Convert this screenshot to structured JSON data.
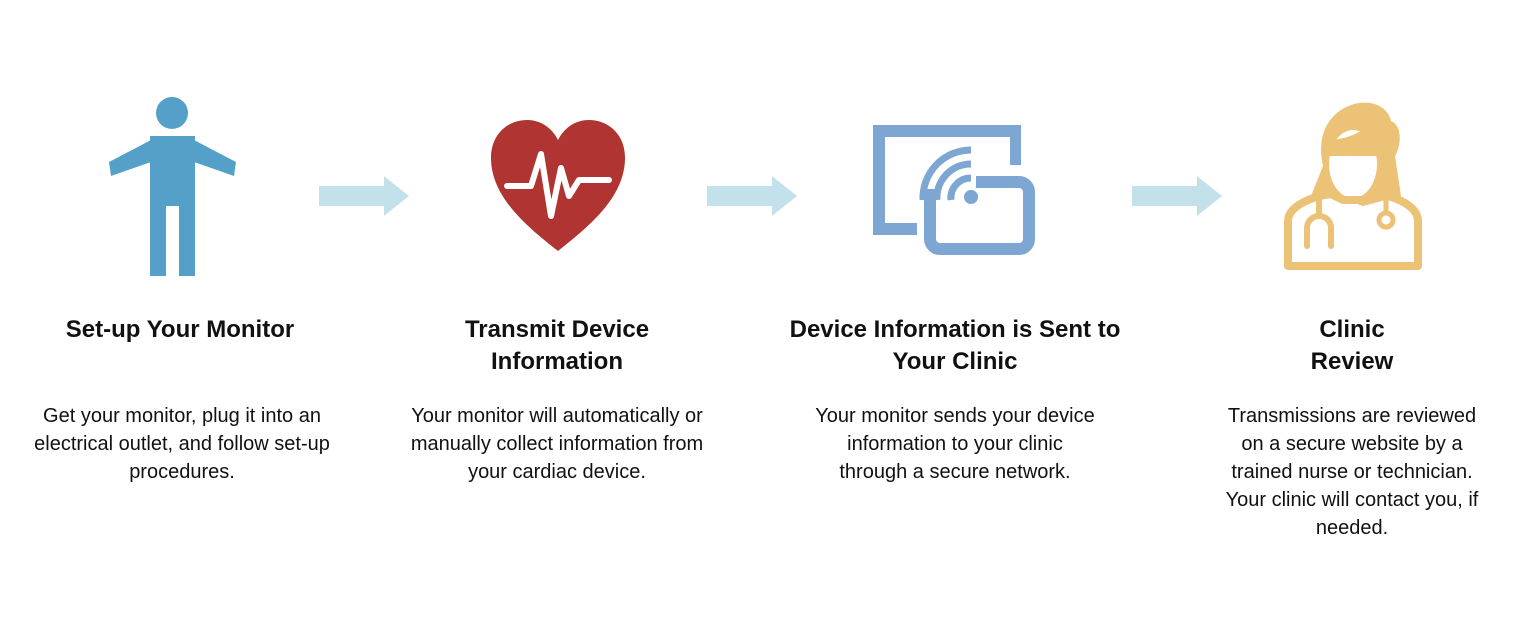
{
  "colors": {
    "person": "#55a0c8",
    "heart": "#b03431",
    "monitor": "#7da6d3",
    "doctor": "#ecc277",
    "arrow": "#c3e1eb"
  },
  "steps": [
    {
      "icon": "person-icon",
      "title": "Set-up Your Monitor",
      "body": "Get your monitor, plug it into an electrical outlet, and follow set-up procedures."
    },
    {
      "icon": "heart-pulse-icon",
      "title": "Transmit Device Information",
      "body": "Your monitor will automatically or manually collect information from your cardiac device."
    },
    {
      "icon": "wireless-transmission-icon",
      "title": "Device Information is Sent to Your Clinic",
      "body": "Your monitor sends your device information to your clinic through a secure network."
    },
    {
      "icon": "nurse-icon",
      "title": "Clinic Review",
      "body": "Transmissions are reviewed on a secure website by a trained nurse or technician. Your clinic will contact you, if needed."
    }
  ]
}
